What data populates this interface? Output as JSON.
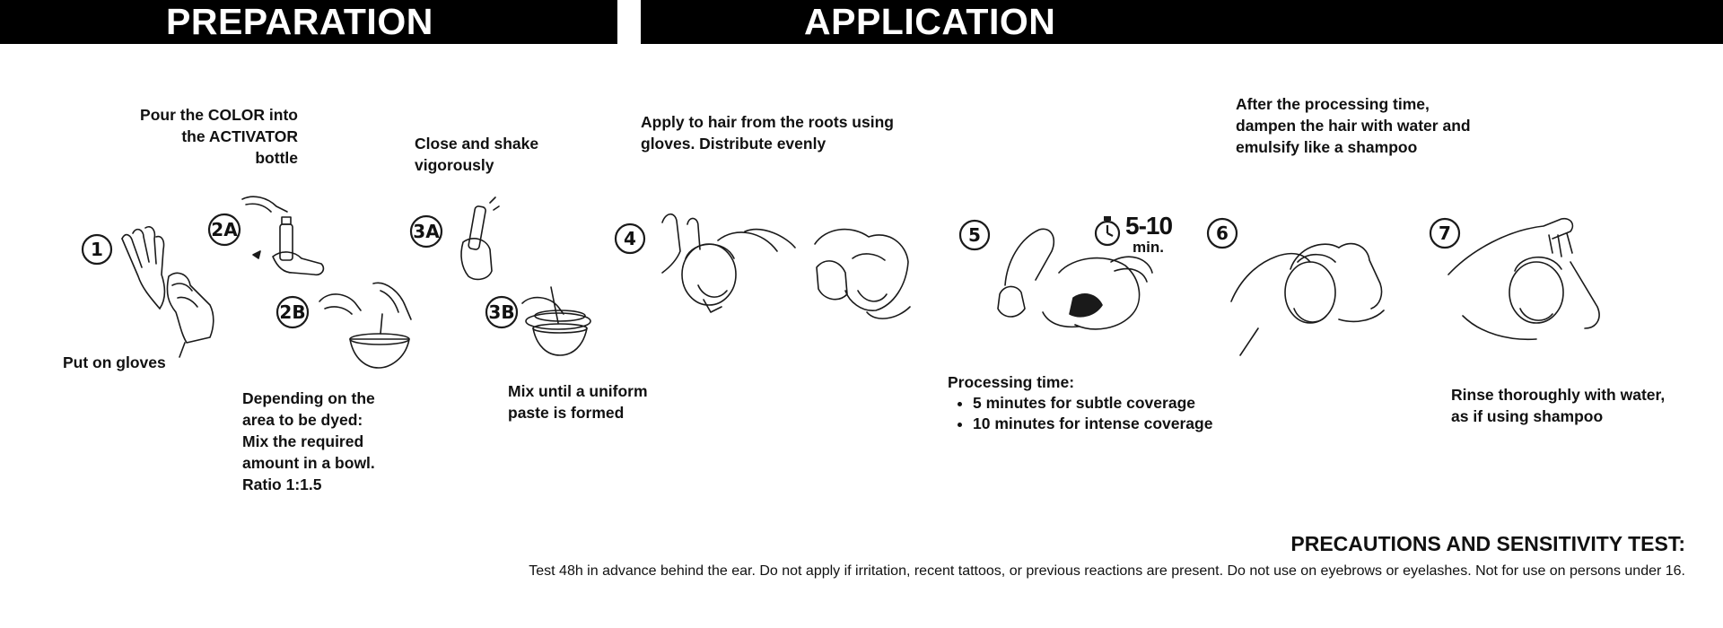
{
  "headers": {
    "preparation": "PREPARATION",
    "application": "APPLICATION"
  },
  "steps": {
    "s1": {
      "number": "1",
      "caption": "Put on gloves"
    },
    "s2a": {
      "number": "2A",
      "caption": "Pour the COLOR into\nthe ACTIVATOR\nbottle"
    },
    "s2b": {
      "number": "2B",
      "caption": "Depending on the\narea to be dyed:\n Mix the required\namount in a bowl.\nRatio 1:1.5"
    },
    "s3a": {
      "number": "3A",
      "caption": "Close and shake\nvigorously"
    },
    "s3b": {
      "number": "3B",
      "caption": "Mix until a uniform\npaste is formed"
    },
    "s4": {
      "number": "4",
      "caption": "Apply to hair from the roots using\ngloves. Distribute evenly"
    },
    "s5": {
      "number": "5",
      "timer_value": "5-10",
      "timer_unit": "min.",
      "heading": "Processing time:",
      "bullets": [
        "5 minutes for subtle coverage",
        "10 minutes for intense coverage"
      ]
    },
    "s6": {
      "number": "6",
      "caption": "After the processing time,\ndampen the hair with water and\nemulsify like a shampoo"
    },
    "s7": {
      "number": "7",
      "caption": "Rinse thoroughly with water,\nas if using shampoo"
    }
  },
  "precautions": {
    "title": "PRECAUTIONS AND SENSITIVITY TEST:",
    "text": "Test 48h in advance behind the ear. Do not apply if irritation, recent tattoos, or previous reactions are present. Do not use on eyebrows or eyelashes. Not for use on persons under 16."
  },
  "icons": {
    "glove": "glove-icon",
    "bottle": "bottle-icon",
    "bowl": "bowl-icon",
    "timer": "stopwatch-icon",
    "head": "man-head-icon"
  }
}
